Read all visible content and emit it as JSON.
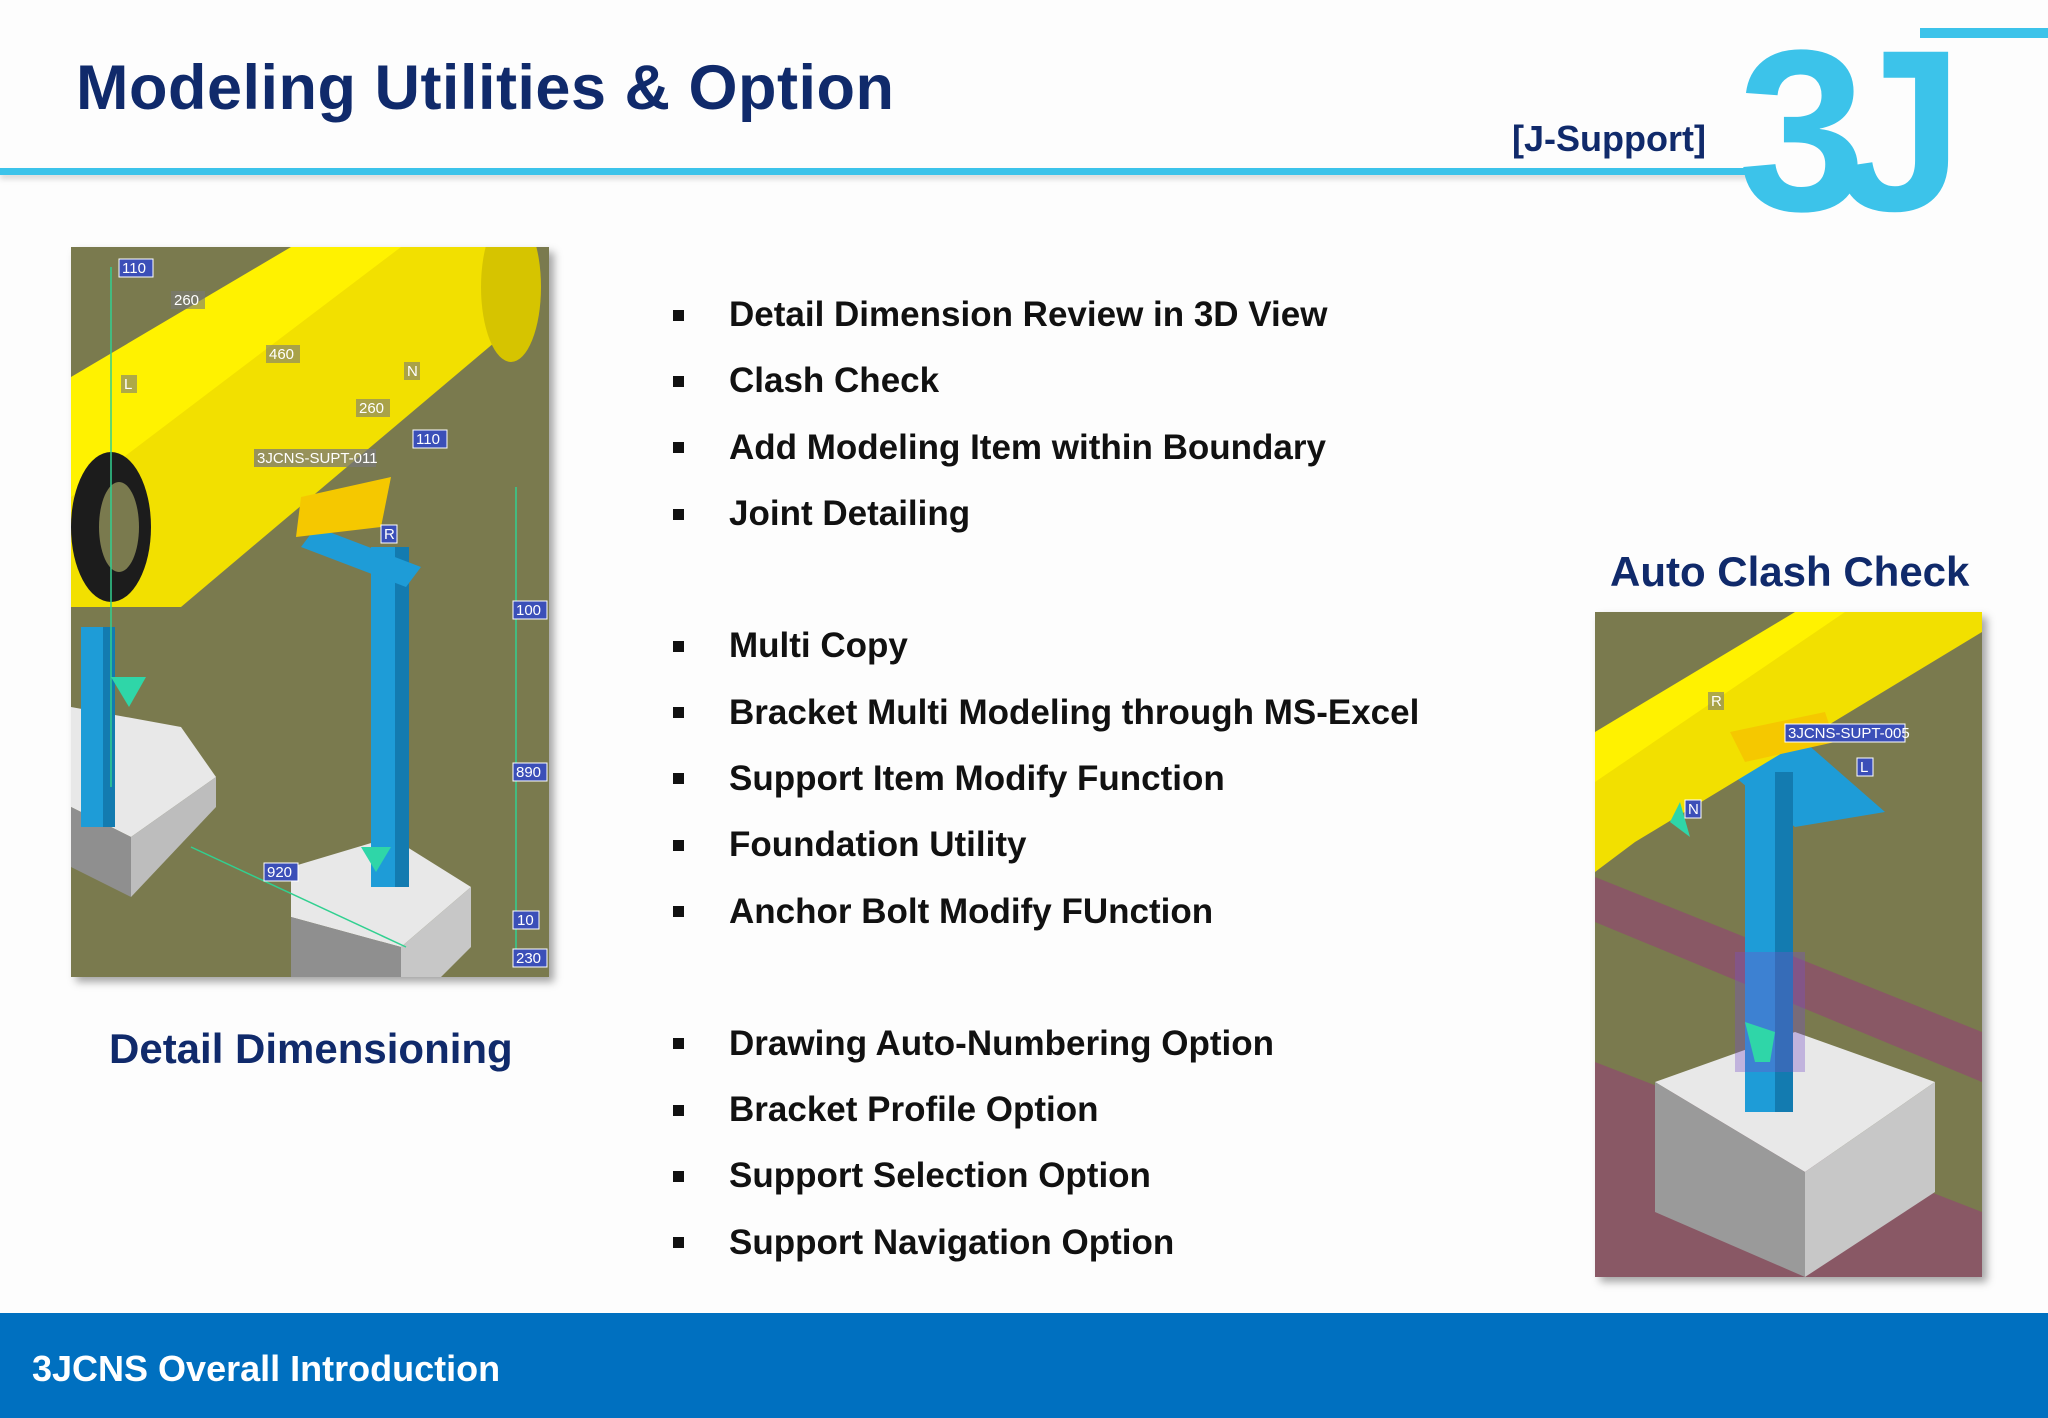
{
  "header": {
    "title": "Modeling Utilities & Option",
    "subtitle": "[J-Support]"
  },
  "logo": {
    "text": "3J"
  },
  "left_figure": {
    "caption": "Detail Dimensioning",
    "labels": [
      "110",
      "260",
      "460",
      "260",
      "110",
      "3JCNS-SUPT-011",
      "100",
      "890",
      "920",
      "10",
      "230",
      "L",
      "N",
      "R"
    ]
  },
  "right_figure": {
    "caption": "Auto Clash Check",
    "labels": [
      "3JCNS-SUPT-005",
      "L",
      "N",
      "R"
    ]
  },
  "feature_groups": [
    {
      "items": [
        "Detail Dimension Review in 3D View",
        "Clash Check",
        "Add Modeling Item within Boundary",
        "Joint Detailing"
      ]
    },
    {
      "items": [
        "Multi Copy",
        "Bracket Multi Modeling through MS-Excel",
        "Support Item Modify Function",
        "Foundation Utility",
        "Anchor Bolt Modify FUnction"
      ]
    },
    {
      "items": [
        "Drawing Auto-Numbering Option",
        "Bracket Profile Option",
        "Support Selection Option",
        "Support Navigation Option"
      ]
    }
  ],
  "footer": {
    "text": "3JCNS Overall Introduction"
  },
  "colors": {
    "title": "#102a6b",
    "accent_line": "#3cc3ea",
    "footer": "#0070c0",
    "pipe": "#f2e000",
    "steel": "#1e9cd7",
    "ground": "#7a7a4e"
  }
}
